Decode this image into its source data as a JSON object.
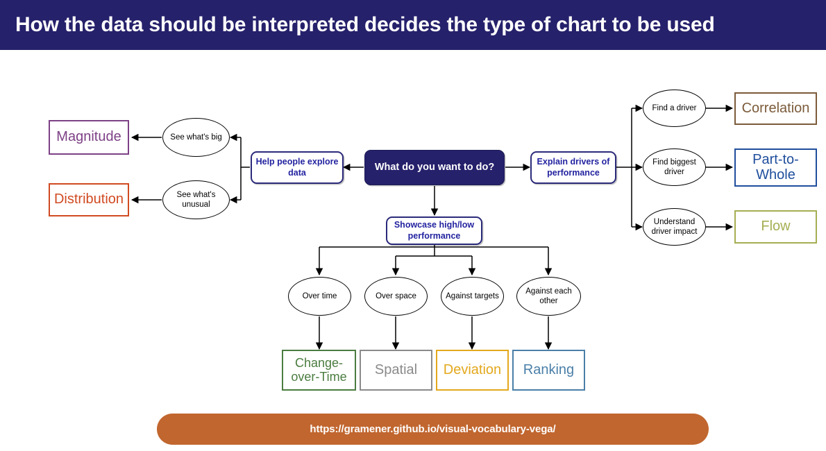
{
  "header": {
    "title": "How the data should be interpreted decides the type of chart to be used",
    "background": "#26216b",
    "text_color": "#ffffff"
  },
  "root": {
    "label": "What do you want to do?",
    "color": "#26216b"
  },
  "branches": {
    "explore": {
      "label": "Help people explore data",
      "color": "#2323a0",
      "questions": [
        {
          "label": "See what's big",
          "result": "Magnitude"
        },
        {
          "label": "See what's unusual",
          "result": "Distribution"
        }
      ]
    },
    "showcase": {
      "label": "Showcase high/low performance",
      "color": "#2323a0",
      "questions": [
        {
          "label": "Over time",
          "result": "Change-over-Time"
        },
        {
          "label": "Over space",
          "result": "Spatial"
        },
        {
          "label": "Against targets",
          "result": "Deviation"
        },
        {
          "label": "Against each other",
          "result": "Ranking"
        }
      ]
    },
    "explain": {
      "label": "Explain drivers of performance",
      "color": "#2323a0",
      "questions": [
        {
          "label": "Find a driver",
          "result": "Correlation"
        },
        {
          "label": "Find biggest driver",
          "result": "Find biggest driver"
        },
        {
          "label": "Understand driver impact",
          "result": "Flow"
        }
      ]
    }
  },
  "chart_types": {
    "magnitude": {
      "label": "Magnitude",
      "color": "#7d4186"
    },
    "distribution": {
      "label": "Distribution",
      "color": "#d04a21"
    },
    "change_over_time": {
      "label": "Change-over-Time",
      "color": "#4a7c3f"
    },
    "spatial": {
      "label": "Spatial",
      "color": "#8a8a8a"
    },
    "deviation": {
      "label": "Deviation",
      "color": "#e3a81c"
    },
    "ranking": {
      "label": "Ranking",
      "color": "#4a7fa8"
    },
    "correlation": {
      "label": "Correlation",
      "color": "#7b5b3a"
    },
    "part_to_whole": {
      "label": "Part-to-Whole",
      "color": "#1f4e9c"
    },
    "flow": {
      "label": "Flow",
      "color": "#a5ae52"
    }
  },
  "ellipses": {
    "see_whats_big": "See what's big",
    "see_whats_unusual": "See what's unusual",
    "over_time": "Over time",
    "over_space": "Over space",
    "against_targets": "Against targets",
    "against_each_other": "Against each other",
    "find_a_driver": "Find a driver",
    "find_biggest_driver": "Find biggest driver",
    "understand_driver_impact": "Understand driver impact"
  },
  "footer": {
    "url": "https://gramener.github.io/visual-vocabulary-vega/",
    "background": "#c1662f",
    "text_color": "#ffffff"
  }
}
